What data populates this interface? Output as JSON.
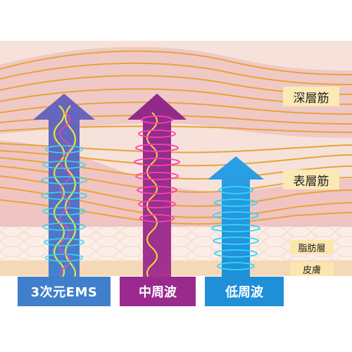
{
  "layers": {
    "deep_fascia": "深層筋",
    "superficial_fascia": "表層筋",
    "fat_layer": "脂肪層",
    "skin": "皮膚"
  },
  "modes": {
    "ems3d": "3次元EMS",
    "mid_frequency": "中周波",
    "low_frequency": "低周波"
  },
  "colors": {
    "muscle_fiber": "#e8a43a",
    "tissue_pink": "#efc6c6",
    "label_bg": "#fbe9b6",
    "ems_arrow": "#4a6fc0",
    "mid_arrow": "#9a2a8e",
    "low_arrow": "#1f8fd8",
    "wave_yellow": "#e8e23a",
    "wave_magenta": "#ff3fb0",
    "wave_cyan": "#37d6f5"
  }
}
